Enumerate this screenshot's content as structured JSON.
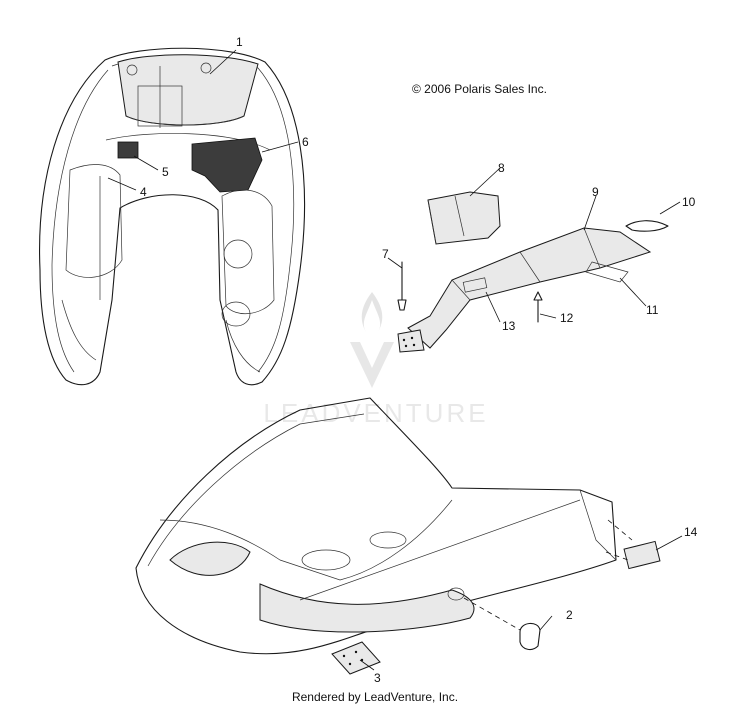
{
  "copyright": "© 2006 Polaris Sales Inc.",
  "watermark": "LEADVENTURE",
  "footer": "Rendered by LeadVenture, Inc.",
  "callouts": [
    "1",
    "2",
    "3",
    "4",
    "5",
    "6",
    "7",
    "8",
    "9",
    "10",
    "11",
    "12",
    "13",
    "14"
  ]
}
